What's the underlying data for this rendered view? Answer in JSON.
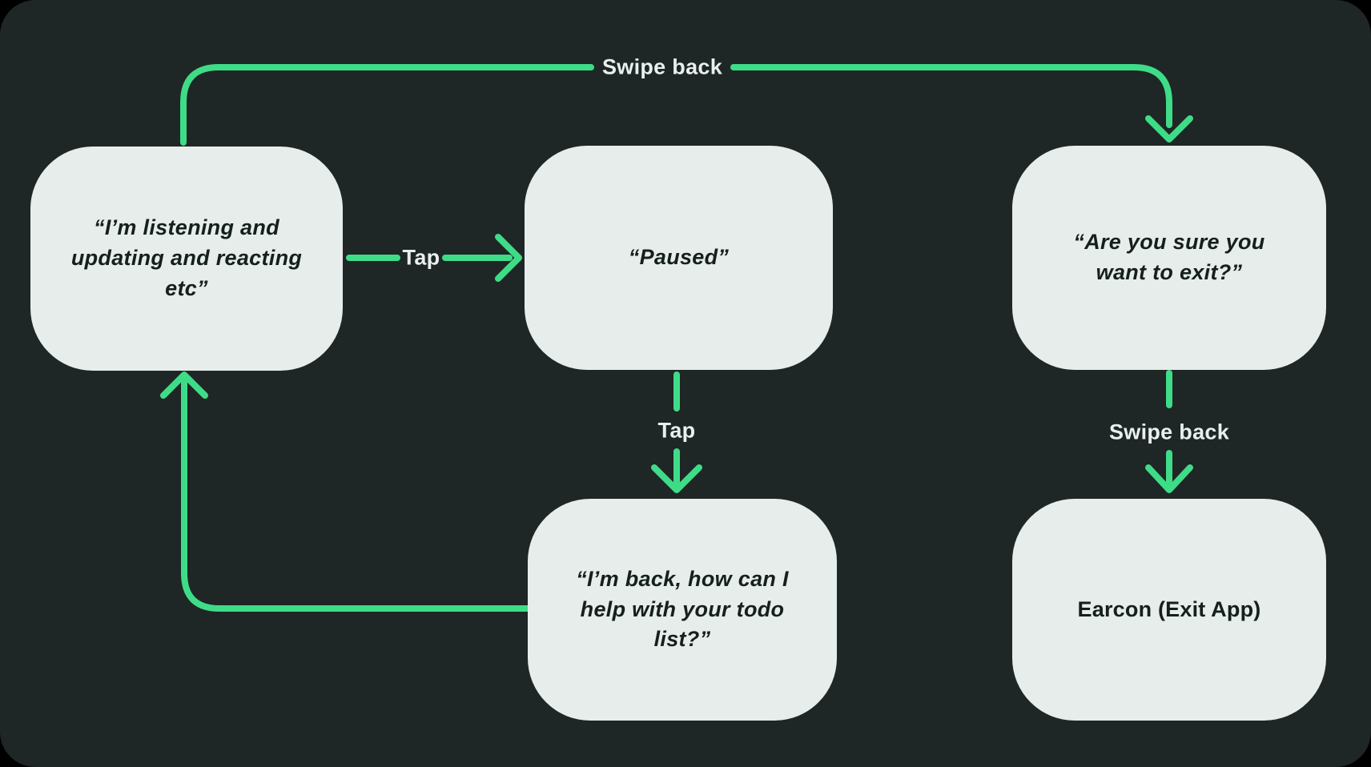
{
  "canvas": {
    "background": "#1f2626",
    "node_fill": "#e7edea",
    "arrow_color": "#3fdc87",
    "label_color": "#e9efec",
    "node_text_color": "#15201d"
  },
  "nodes": [
    {
      "id": "listening",
      "label": "“I’m listening and updating and reacting etc”"
    },
    {
      "id": "paused",
      "label": "“Paused”"
    },
    {
      "id": "exit-confirm",
      "label": "“Are you sure you want to exit?”"
    },
    {
      "id": "back-todo",
      "label": "“I’m back, how can I help with your todo list?”"
    },
    {
      "id": "earcon-exit",
      "label": "Earcon (Exit App)"
    }
  ],
  "edge_labels": {
    "swipe_back_top": "Swipe back",
    "tap_right": "Tap",
    "tap_down": "Tap",
    "swipe_back_right": "Swipe back"
  }
}
